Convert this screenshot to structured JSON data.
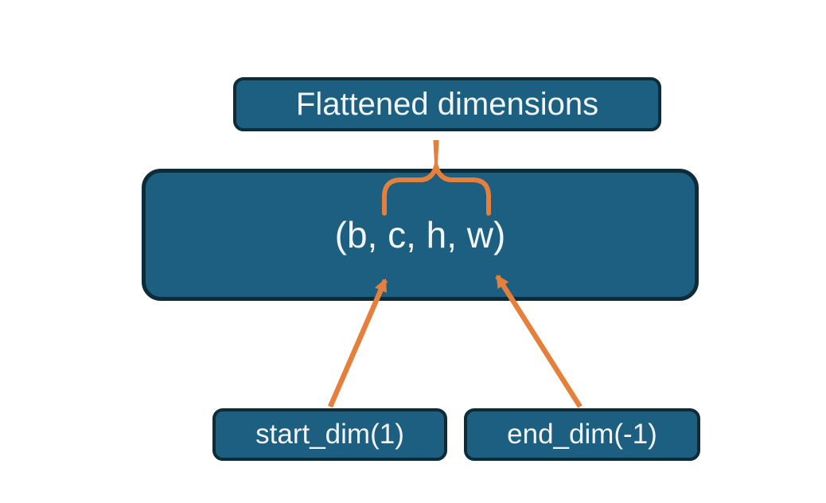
{
  "diagram": {
    "top_box": {
      "label": "Flattened dimensions"
    },
    "main_box": {
      "label": "(b, c, h, w)"
    },
    "start_dim_box": {
      "label": "start_dim(1)"
    },
    "end_dim_box": {
      "label": "end_dim(-1)"
    }
  },
  "colors": {
    "box_fill": "#1d5f80",
    "box_border": "#0d2c3a",
    "accent_orange": "#e77f3c",
    "box_text": "#f1f5f6",
    "background": "#ffffff"
  }
}
